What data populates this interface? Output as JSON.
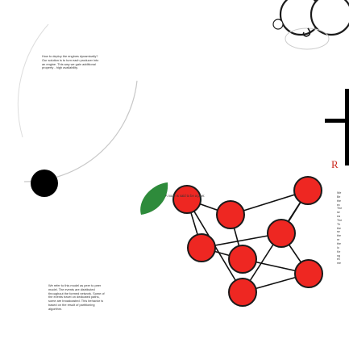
{
  "text_blocks": {
    "top": "How to deploy the engines dynamically? Our solution is to turn each producer into an engine. This way we gain additional property - high availability.",
    "peer_caption": "A node is said to be a peer.",
    "bottom": "We refer to this model as peer to peer model. The events are distributed throughout the formed network. Some of the events travel on dedicated paths, some are broadcasted. This behavior is based on the result of partitioning algorithm."
  },
  "side_column": {
    "letter": "R",
    "lines": [
      "We",
      "Be",
      "the",
      "ec",
      "The",
      "se",
      "ea",
      "The",
      "Th",
      "the",
      "se",
      "the",
      "re",
      "the",
      "lo",
      "Ke",
      "ng",
      "ex",
      "me"
    ]
  },
  "colors": {
    "node_fill": "#ee2722",
    "node_stroke": "#1a1a1a",
    "edge": "#111111",
    "leaf_green": "#2e8b3b",
    "leaf_pink": "#f4a7c0",
    "black_dot": "#000000",
    "accent_red": "#cc2a1f"
  },
  "graph": {
    "nodes": [
      {
        "id": "n1"
      },
      {
        "id": "n2"
      },
      {
        "id": "n3"
      },
      {
        "id": "n4"
      },
      {
        "id": "n5"
      },
      {
        "id": "n6"
      },
      {
        "id": "n7"
      },
      {
        "id": "n8"
      }
    ],
    "edges": [
      [
        "n1",
        "n2"
      ],
      [
        "n2",
        "n3"
      ],
      [
        "n3",
        "n4"
      ],
      [
        "n4",
        "n5"
      ],
      [
        "n5",
        "n6"
      ],
      [
        "n6",
        "n7"
      ],
      [
        "n7",
        "n8"
      ],
      [
        "n8",
        "n1"
      ],
      [
        "n1",
        "n5"
      ],
      [
        "n2",
        "n6"
      ],
      [
        "n3",
        "n8"
      ],
      [
        "n4",
        "n7"
      ]
    ]
  }
}
